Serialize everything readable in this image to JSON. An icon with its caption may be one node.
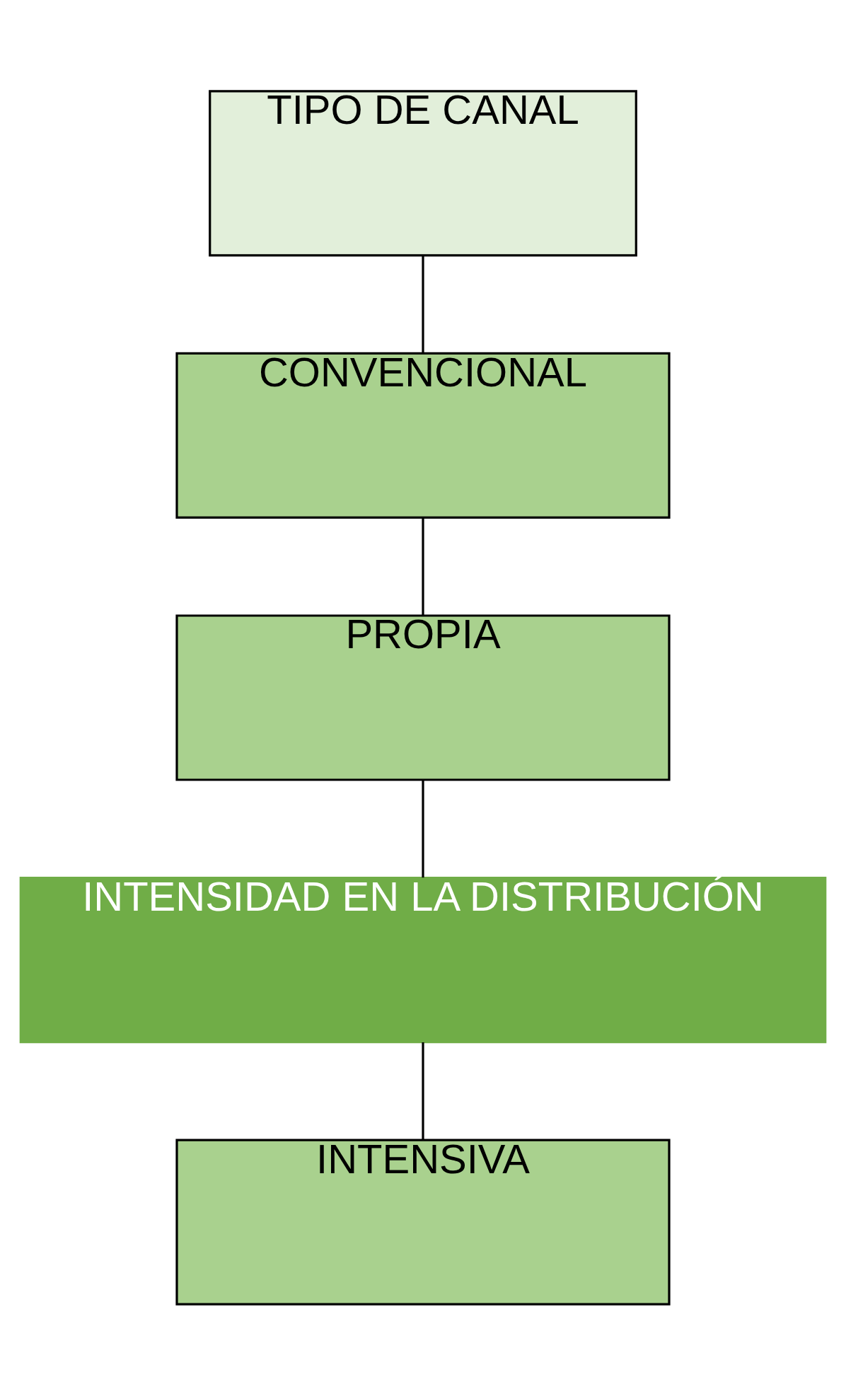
{
  "diagram": {
    "nodes": [
      {
        "text": [
          "TIPO DE CANAL"
        ]
      },
      {
        "text": [
          "CONVENCIONAL"
        ]
      },
      {
        "text": [
          "PROPIA"
        ]
      },
      {
        "text": [
          "INTENSIDAD EN LA DISTRIBUCIÓN"
        ]
      },
      {
        "text": [
          "INTENSIVA"
        ]
      }
    ],
    "edges": [
      {
        "from": 0,
        "to": 1,
        "arrow": "none"
      },
      {
        "from": 1,
        "to": 2,
        "arrow": "none"
      },
      {
        "from": 2,
        "to": 3,
        "arrow": "none"
      },
      {
        "from": 3,
        "to": 4,
        "arrow": "none"
      }
    ]
  }
}
